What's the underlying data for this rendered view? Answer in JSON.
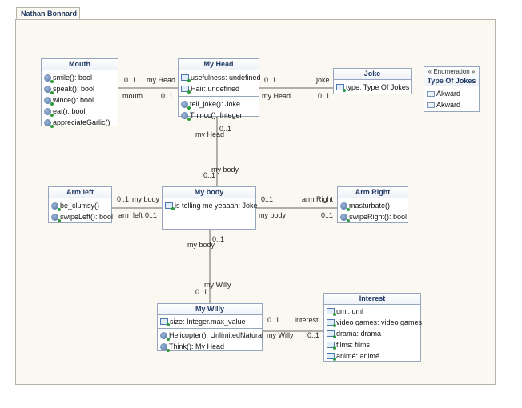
{
  "package": {
    "name": "Nathan Bonnard"
  },
  "classes": {
    "mouth": {
      "name": "Mouth",
      "operations": [
        "smile(): bool",
        "speak(): bool",
        "wince(): bool",
        "eat(): bool",
        "appreciateGarlic()"
      ]
    },
    "my_head": {
      "name": "My Head",
      "attributes": [
        "usefulness: undefined",
        "Hair: undefined"
      ],
      "operations": [
        "tell_joke(): Joke",
        "Thincc(): Integer"
      ]
    },
    "joke": {
      "name": "Joke",
      "attributes": [
        "type: Type Of Jokes"
      ]
    },
    "type_of_jokes": {
      "stereotype": "« Enumeration »",
      "name": "Type Of Jokes",
      "literals": [
        "Akward",
        "Akward"
      ]
    },
    "arm_left": {
      "name": "Arm left",
      "operations": [
        "be_clumsy()",
        "swipeLeft(): bool"
      ]
    },
    "my_body": {
      "name": "My body",
      "attributes": [
        "is telling me yeaaah: Joke"
      ]
    },
    "arm_right": {
      "name": "Arm Right",
      "operations": [
        "masturbate()",
        "swipeRight(): bool"
      ]
    },
    "my_willy": {
      "name": "My Willy",
      "attributes": [
        "size: Integer.max_value"
      ],
      "operations": [
        "Helicopter(): UnlimitedNatural",
        "Think(): My Head"
      ]
    },
    "interest": {
      "name": "Interest",
      "attributes": [
        "uml: uml",
        "video games: video games",
        "drama: drama",
        "films: films",
        "animé: animé"
      ]
    }
  },
  "associations": {
    "mouth_head": {
      "mult_a_top": "0..1",
      "role_a_top": "my Head",
      "role_b_bottom": "mouth",
      "mult_b_bottom": "0..1"
    },
    "head_joke": {
      "mult_a_top": "0..1",
      "role_a_top": "joke",
      "role_b_bottom": "my Head",
      "mult_b_bottom": "0..1"
    },
    "head_body": {
      "mult_a": "0..1",
      "role_a": "my Head",
      "role_b": "my body",
      "mult_b": "0..1"
    },
    "armleft_body": {
      "mult_a_top": "0..1",
      "role_a_top": "my body",
      "role_b_bottom": "arm left",
      "mult_b_bottom": "0..1"
    },
    "body_armright": {
      "mult_a_top": "0..1",
      "role_a_top": "arm Right",
      "role_b_bottom": "my body",
      "mult_b_bottom": "0..1"
    },
    "body_willy": {
      "mult_a": "0..1",
      "role_a": "my body",
      "role_b": "my Willy",
      "mult_b": "0..1"
    },
    "willy_interest": {
      "mult_a_top": "0..1",
      "role_a_top": "interest",
      "role_b_bottom": "my Willy",
      "mult_b_bottom": "0..1"
    }
  }
}
